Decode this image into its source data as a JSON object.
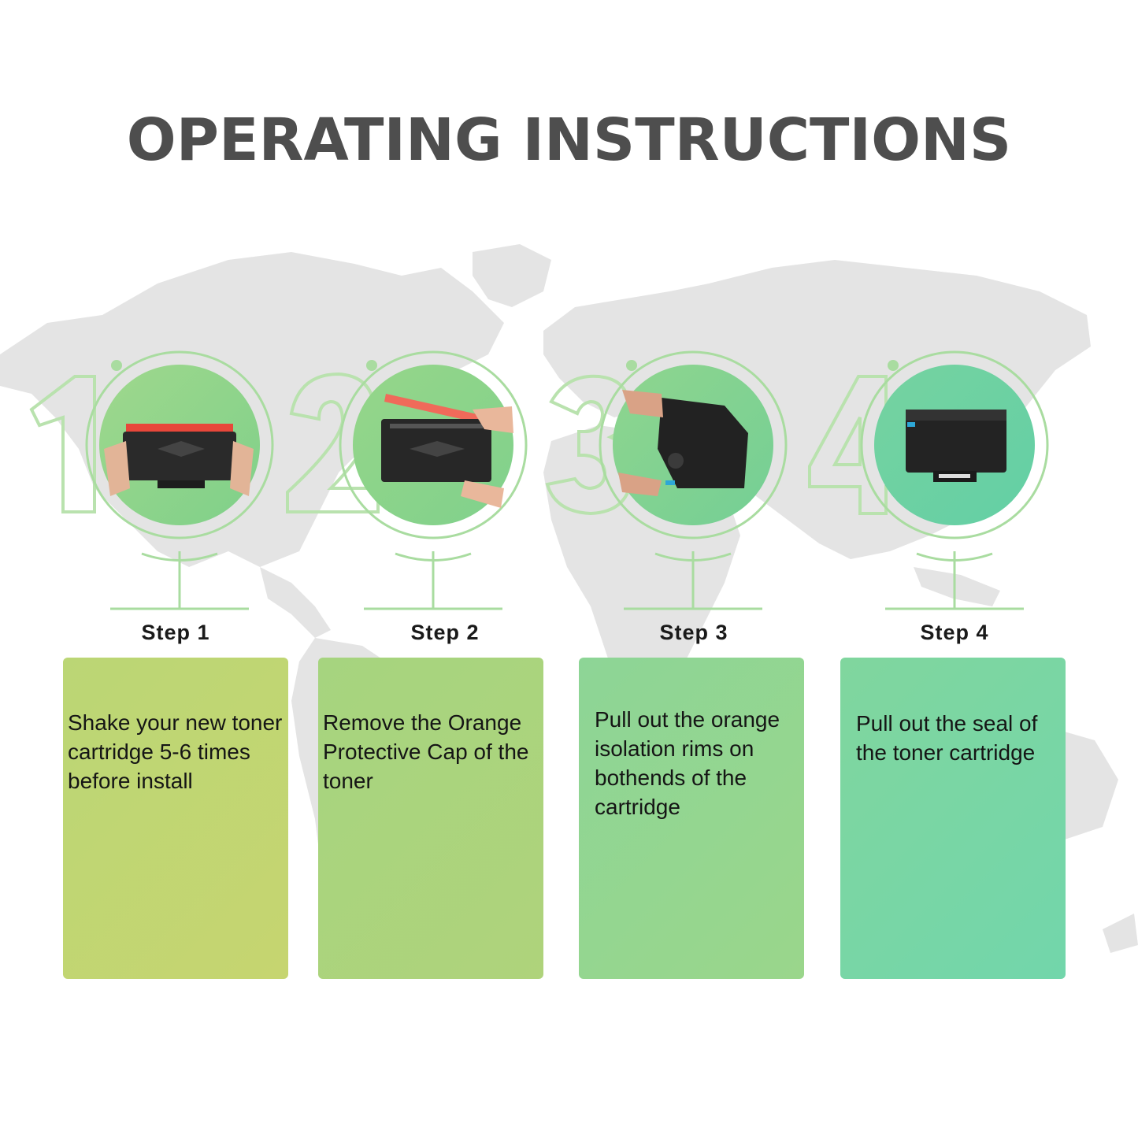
{
  "page": {
    "title": "OPERATING INSTRUCTIONS"
  },
  "colors": {
    "title": "#4e4e4e",
    "map": "#e3e3e3",
    "ring": "#a9dca0",
    "card_start": "#c4d672",
    "card_end": "#72d6aa"
  },
  "steps": [
    {
      "number": "1",
      "label": "Step 1",
      "text": "Shake your new toner\ncartridge 5-6 times\nbefore install",
      "image": "toner-cartridge-shake-photo",
      "card_color": [
        "#c6d570",
        "#aed37c"
      ]
    },
    {
      "number": "2",
      "label": "Step 2",
      "text": "Remove the Orange\nProtective Cap of the\ntoner",
      "image": "remove-cap-photo",
      "card_color": [
        "#b3d37a",
        "#9bd486"
      ]
    },
    {
      "number": "3",
      "label": "Step 3",
      "text": "Pull out the orange\nisolation rims on\nbothends of the\ncartridge",
      "image": "pull-rims-photo",
      "card_color": [
        "#9fd587",
        "#86d598"
      ]
    },
    {
      "number": "4",
      "label": "Step 4",
      "text": "Pull out the seal of\nthe toner cartridge",
      "image": "pull-seal-photo",
      "card_color": [
        "#88d59a",
        "#72d6ab"
      ]
    }
  ]
}
